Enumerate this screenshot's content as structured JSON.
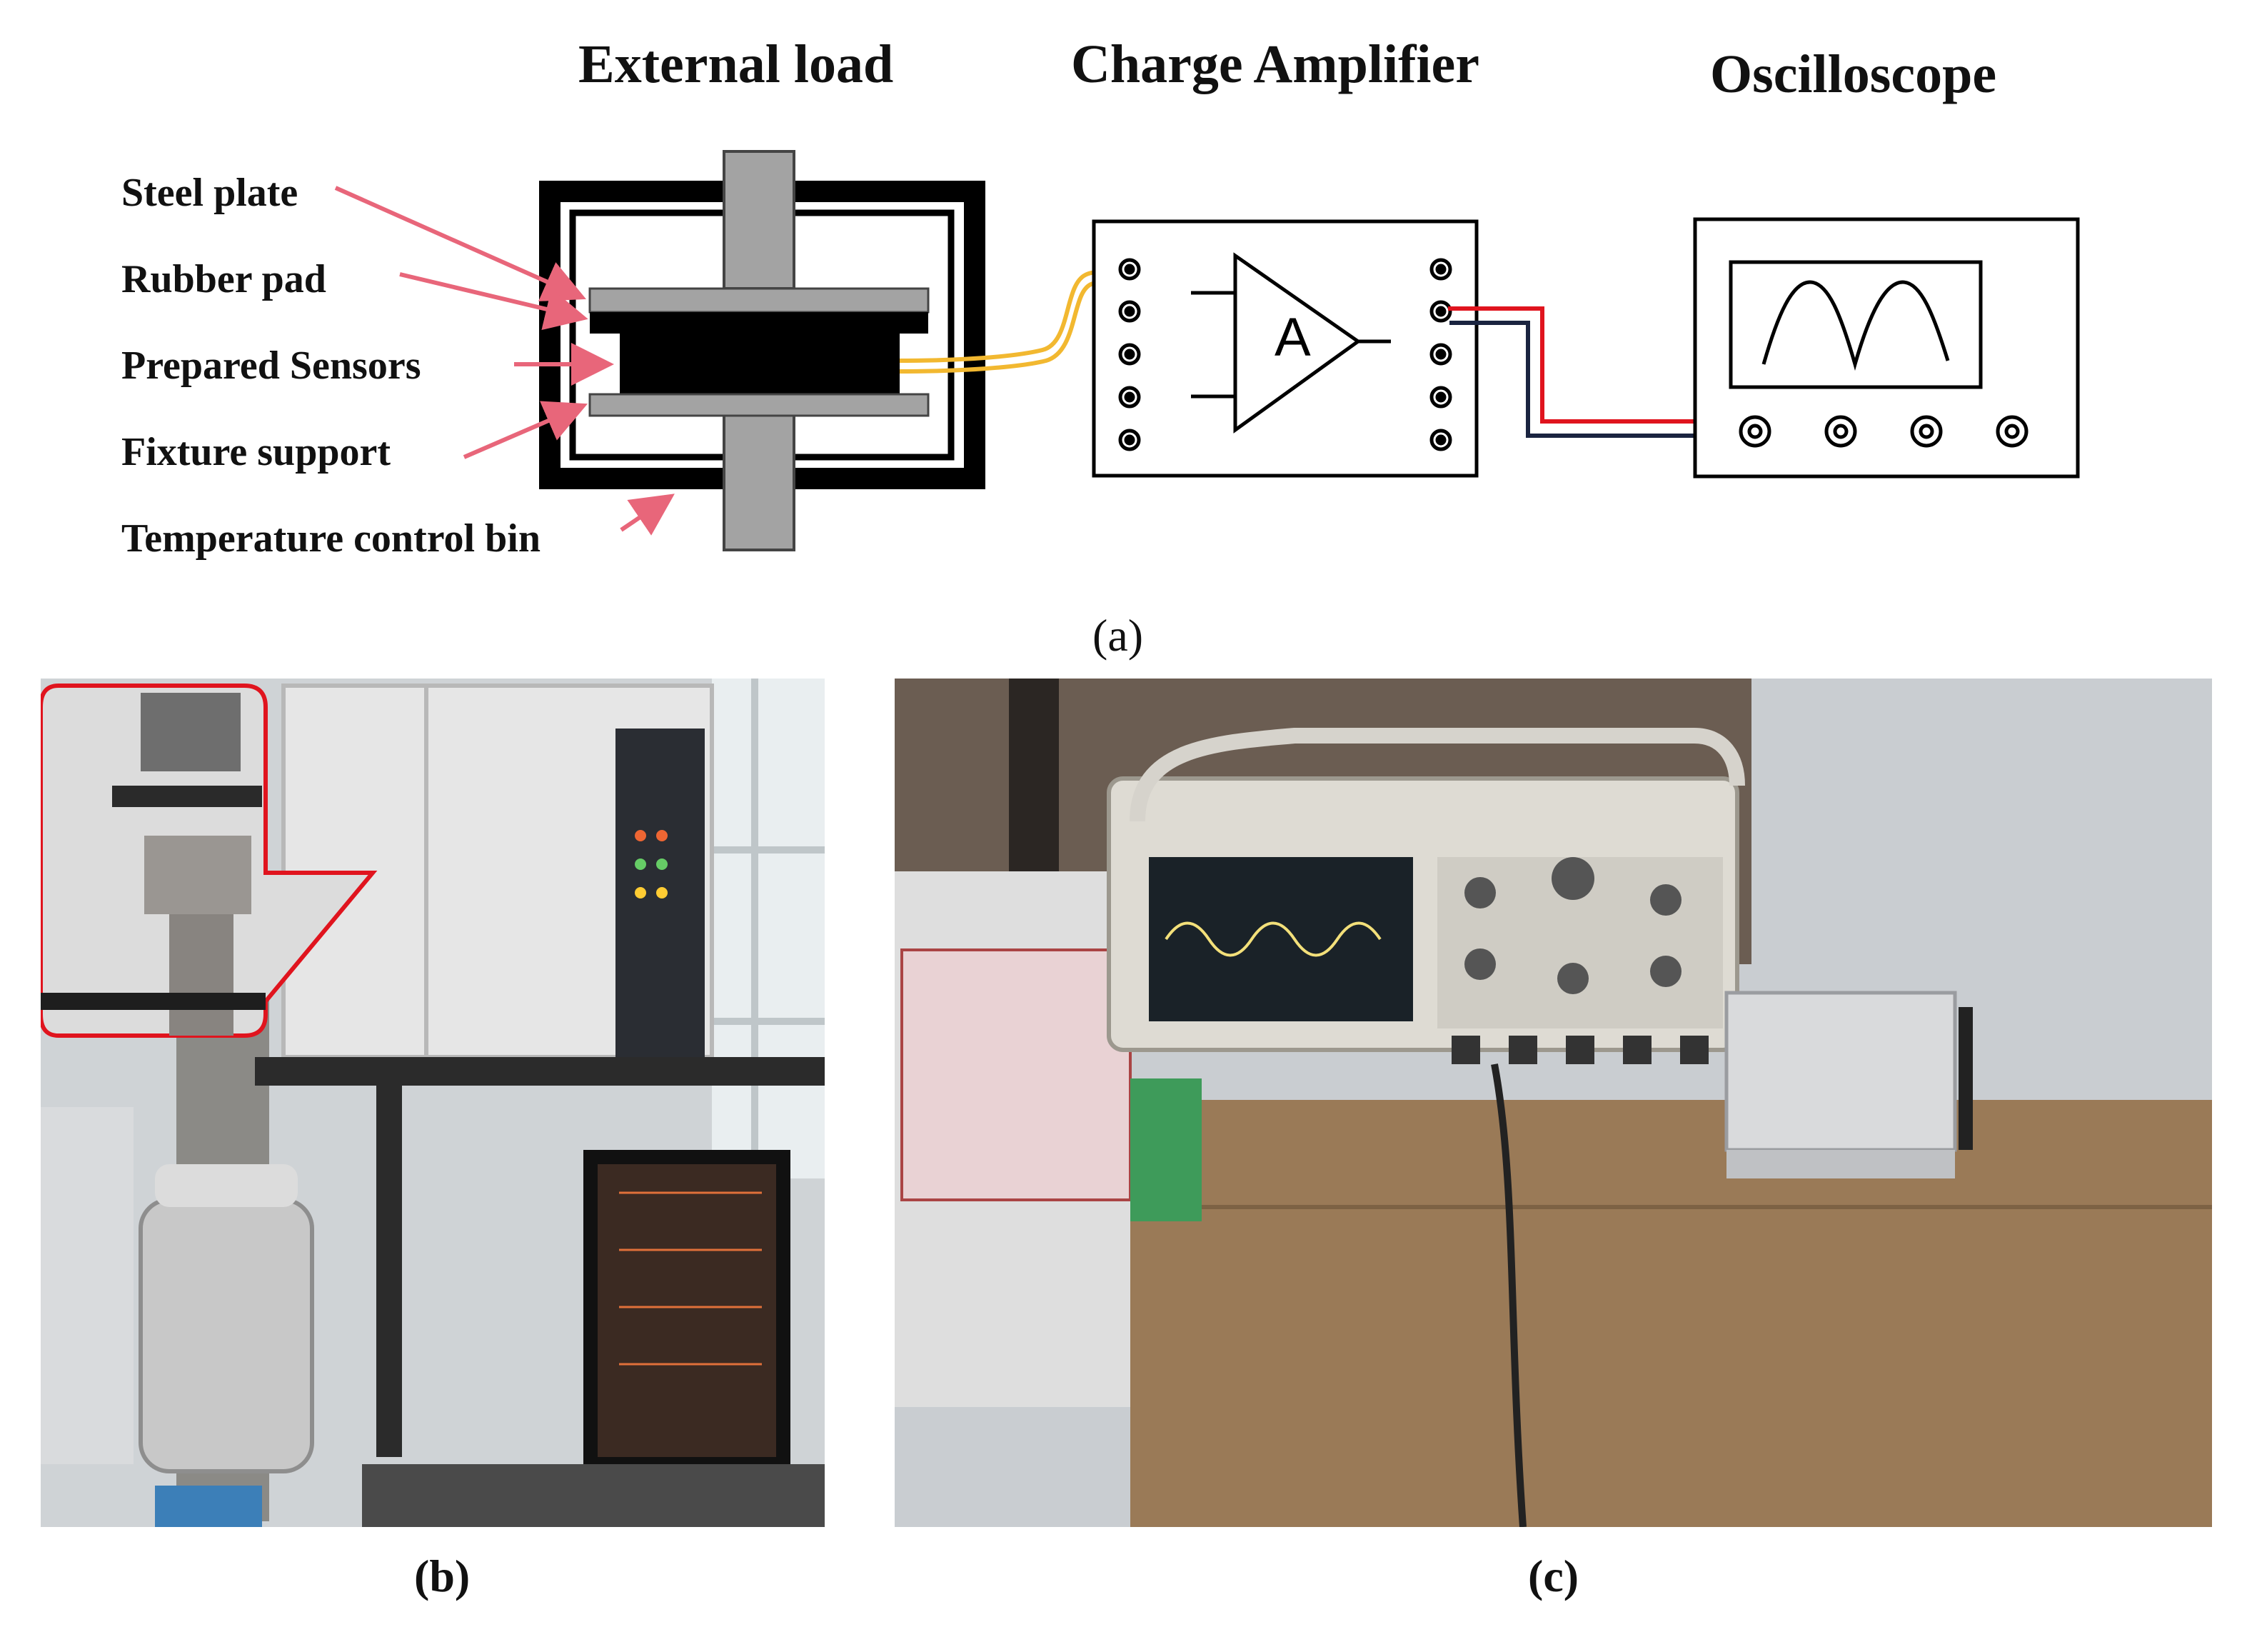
{
  "diagram": {
    "titles": {
      "external_load": "External load",
      "charge_amplifier": "Charge Amplifier",
      "oscilloscope": "Oscilloscope"
    },
    "component_labels": {
      "steel_plate": "Steel plate",
      "rubber_pad": "Rubber pad",
      "prepared_sensors": "Prepared Sensors",
      "fixture_support": "Fixture support",
      "temperature_control_bin": "Temperature control bin"
    },
    "amplifier_symbol": "A",
    "caption": "(a)"
  },
  "photos": {
    "b": {
      "caption": "(b)",
      "content": "test-machine-with-temperature-chamber-and-monitor"
    },
    "c": {
      "caption": "(c)",
      "content": "oscilloscope-and-charge-amplifier-on-box"
    }
  },
  "colors": {
    "arrow": "#e8667a",
    "orange_wire": "#f2b830",
    "red_wire": "#e0141e",
    "dark_wire": "#1a2440",
    "gray_part": "#a3a3a3"
  }
}
